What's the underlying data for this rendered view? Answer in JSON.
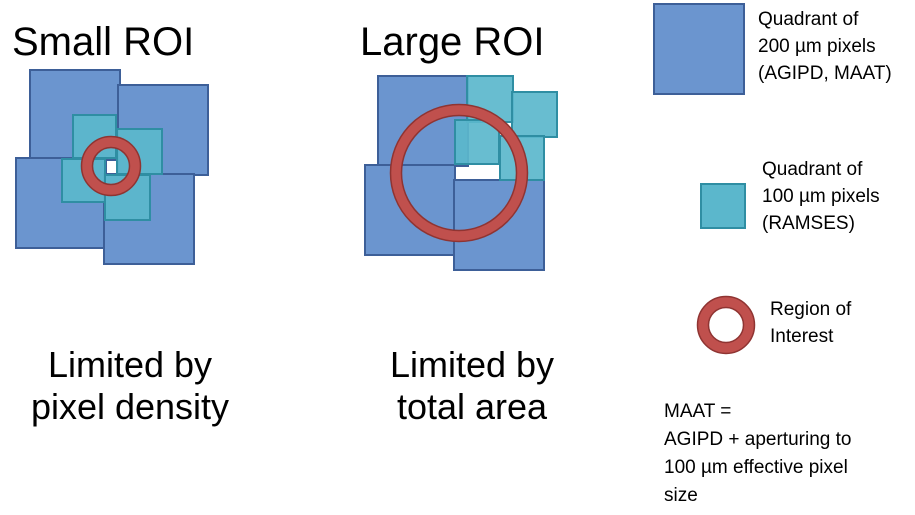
{
  "panels": {
    "small": {
      "title": "Small ROI",
      "caption": "Limited by\npixel density"
    },
    "large": {
      "title": "Large ROI",
      "caption": "Limited by\ntotal area"
    }
  },
  "legend": {
    "large_pixels": {
      "label": "Quadrant of\n200 µm pixels\n(AGIPD, MAAT)",
      "color": "#6b95cf"
    },
    "small_pixels": {
      "label": "Quadrant of\n100 µm pixels\n(RAMSES)",
      "color": "#5bb7cc"
    },
    "roi": {
      "label": "Region of\nInterest",
      "color": "#c0504d"
    }
  },
  "note": {
    "text": "MAAT =\nAGIPD + aperturing to\n100 µm effective pixel\nsize"
  }
}
